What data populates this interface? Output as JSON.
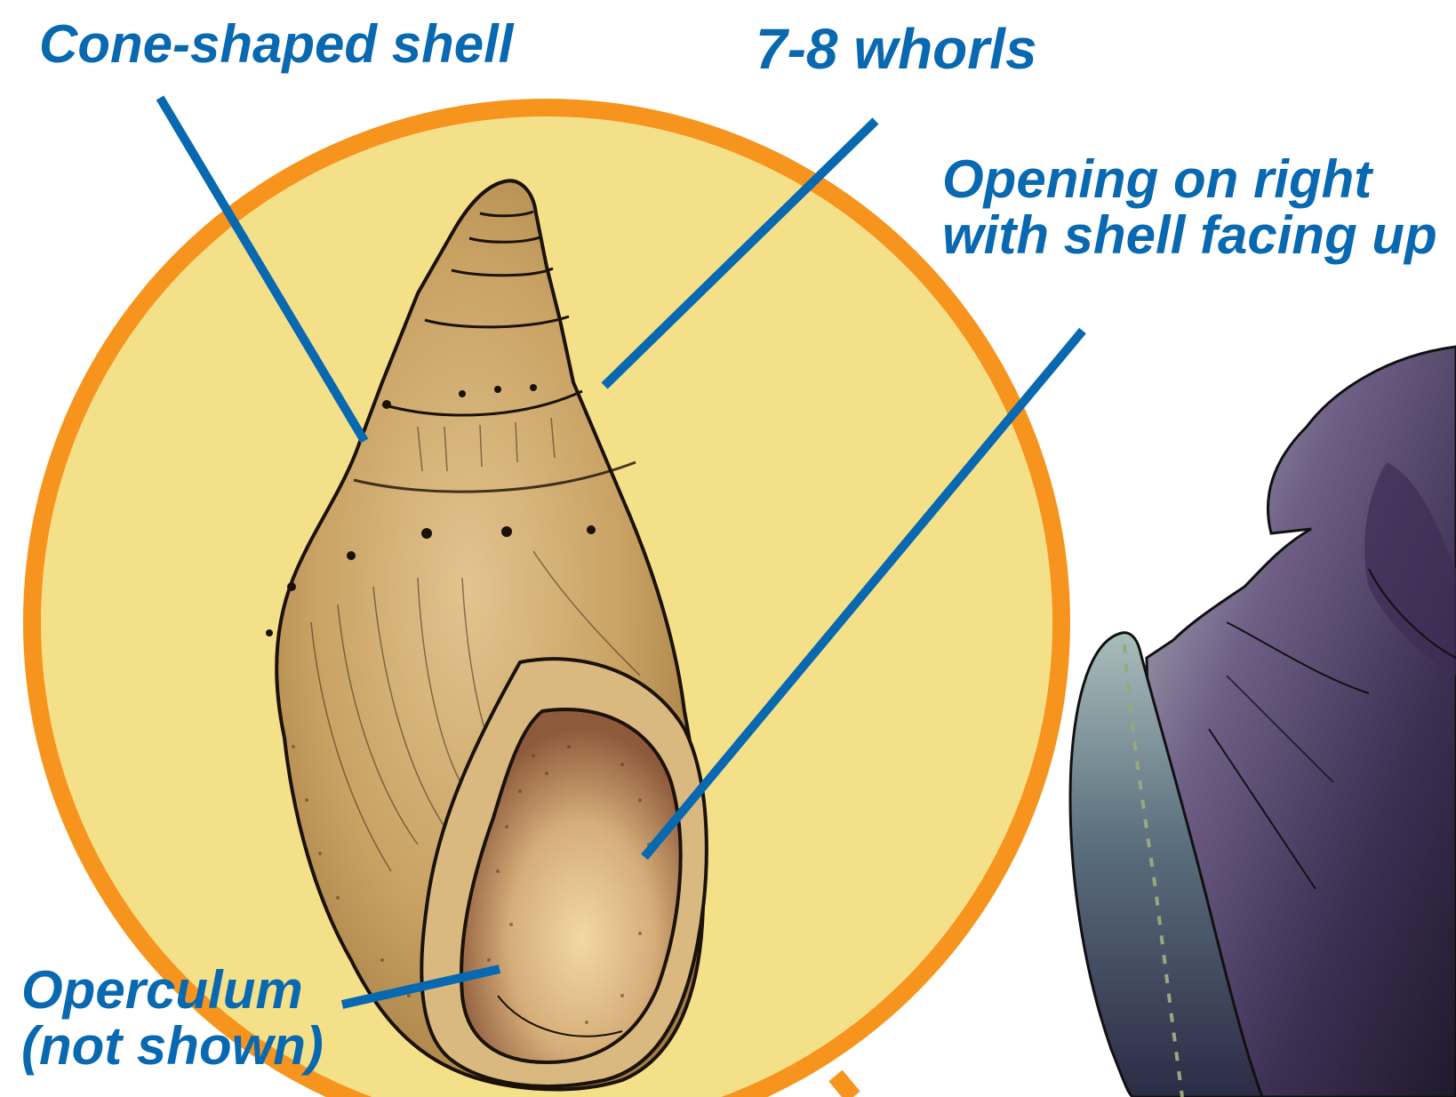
{
  "labels": {
    "cone_shaped_shell": "Cone-shaped shell",
    "whorls": "7-8 whorls",
    "opening_line1": "Opening on right",
    "opening_line2": "with shell facing up",
    "operculum_line1": "Operculum",
    "operculum_line2": "(not shown)"
  },
  "colors": {
    "label_blue": "#0868b0",
    "circle_fill": "#f5e08a",
    "circle_stroke": "#f7941d",
    "shell_tan": "#c8a265",
    "aperture_brown": "#b5845a",
    "snail_body_purple": "#4a3a5e"
  }
}
